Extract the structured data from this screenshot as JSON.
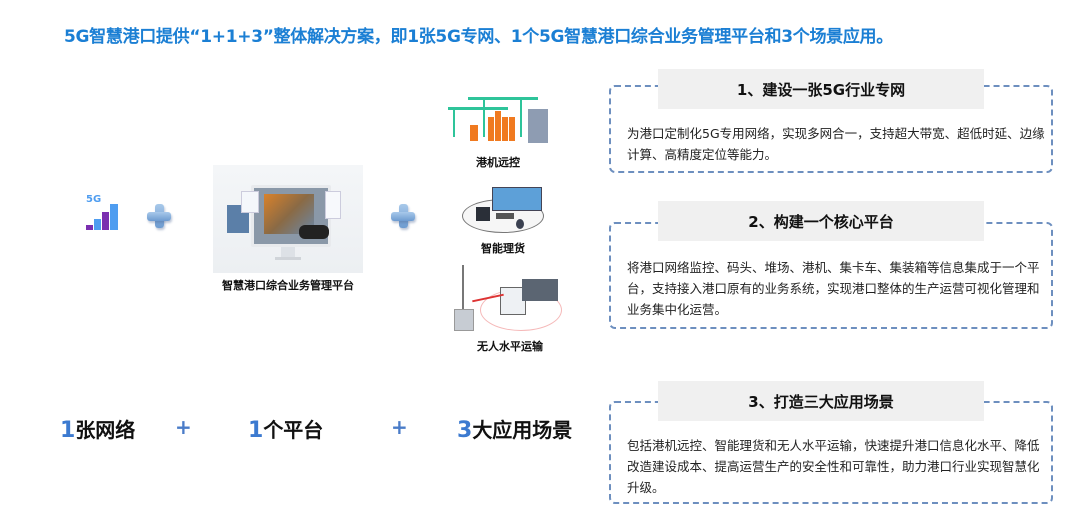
{
  "title": "5G智慧港口提供“1+1+3”整体解决方案，即1张5G专网、1个5G智慧港口综合业务管理平台和3个场景应用。",
  "diagram": {
    "network_icon_label": "5G",
    "platform_caption": "智慧港口综合业务管理平台",
    "scenarios": [
      {
        "caption": "港机远控",
        "icon": "crane-icon"
      },
      {
        "caption": "智能理货",
        "icon": "tally-station-icon"
      },
      {
        "caption": "无人水平运输",
        "icon": "autonomous-truck-icon"
      }
    ]
  },
  "summary": [
    {
      "num": "1",
      "text": "张网络"
    },
    {
      "num": "1",
      "text": "个平台"
    },
    {
      "num": "3",
      "text": "大应用场景"
    }
  ],
  "summary_plus": "+",
  "cards": [
    {
      "heading": "1、建设一张5G行业专网",
      "body": "为港口定制化5G专用网络，实现多网合一，支持超大带宽、超低时延、边缘计算、高精度定位等能力。"
    },
    {
      "heading": "2、构建一个核心平台",
      "body": "将港口网络监控、码头、堆场、港机、集卡车、集装箱等信息集成于一个平台，支持接入港口原有的业务系统，实现港口整体的生产运营可视化管理和业务集中化运营。"
    },
    {
      "heading": "3、打造三大应用场景",
      "body": "包括港机远控、智能理货和无人水平运输，快速提升港口信息化水平、降低改造建设成本、提高运营生产的安全性和可靠性，助力港口行业实现智慧化升级。"
    }
  ],
  "colors": {
    "title": "#1b7fd4",
    "accent_number": "#3c7ad0",
    "dash_border": "#6d8fbf",
    "header_bg": "#f0f0f0"
  }
}
